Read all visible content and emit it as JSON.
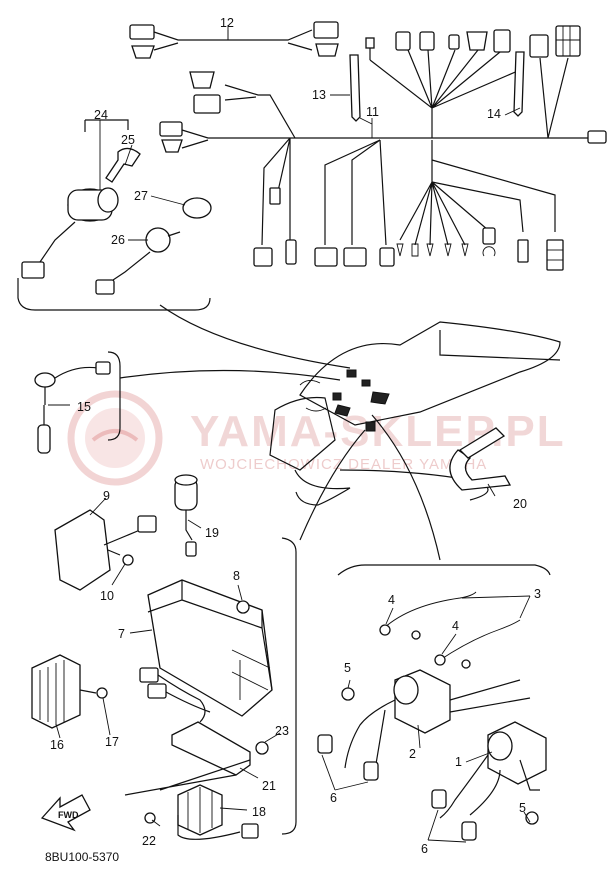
{
  "diagram": {
    "part_code": "8BU100-5370",
    "watermark": {
      "brand": "YAMA-SKLEP.PL",
      "sub": "WOJCIECHOWICZ DEALER YAMAHA"
    },
    "fwd_label": "FWD",
    "callouts": {
      "c1": "1",
      "c2": "2",
      "c3": "3",
      "c4a": "4",
      "c4b": "4",
      "c5a": "5",
      "c5b": "5",
      "c6a": "6",
      "c6b": "6",
      "c7": "7",
      "c8": "8",
      "c9": "9",
      "c10": "10",
      "c11": "11",
      "c12": "12",
      "c13": "13",
      "c14": "14",
      "c15": "15",
      "c16": "16",
      "c17": "17",
      "c18": "18",
      "c19": "19",
      "c20": "20",
      "c21": "21",
      "c22": "22",
      "c23": "23",
      "c24": "24",
      "c25": "25",
      "c26": "26",
      "c27": "27"
    }
  }
}
